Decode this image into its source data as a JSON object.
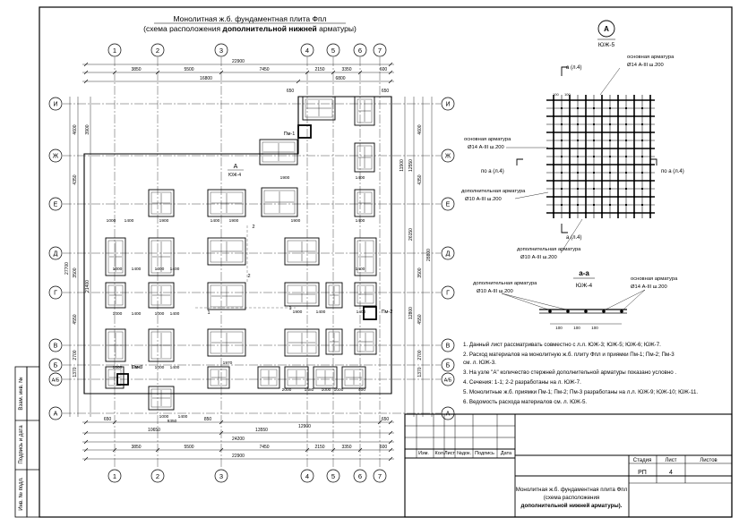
{
  "title": {
    "line1": "Монолитная ж.б. фундаментная плита Фпл",
    "line2_a": "(схема расположения ",
    "line2_b": "дополнительной нижней",
    "line2_c": " арматуры)"
  },
  "grid": {
    "columns": [
      "1",
      "2",
      "3",
      "4",
      "5",
      "6",
      "7"
    ],
    "rows": [
      "И",
      "Ж",
      "Е",
      "Д",
      "Г",
      "В",
      "Б",
      "А/Б",
      "А"
    ]
  },
  "dims_top": {
    "overall": "22900",
    "segments": [
      "3850",
      "5500",
      "7450",
      "2150",
      "3350",
      "600"
    ],
    "second": [
      "16800",
      "6800"
    ],
    "small": [
      "650",
      "650"
    ]
  },
  "dims_bottom": {
    "row1": [
      "650",
      "850",
      "650"
    ],
    "row2": [
      "10650",
      "13550",
      "12900"
    ],
    "overall2": "24200",
    "segments": [
      "3850",
      "5500",
      "7450",
      "2150",
      "3350",
      "600"
    ],
    "overall": "22900"
  },
  "dims_left": [
    "4600",
    "3900",
    "4350",
    "3500",
    "4550",
    "2700",
    "1370",
    "27700",
    "21400"
  ],
  "dims_right": [
    "4600",
    "11900",
    "12550",
    "4350",
    "26150",
    "3500",
    "28800",
    "12800",
    "4550",
    "2700",
    "1370"
  ],
  "plan_labels": {
    "pm1": "Пм-1",
    "pm2": "Пм-2",
    "pm3": "Пм-3",
    "node_a": "А",
    "node_a_ref": "ЮЖ-4",
    "section_1": "1",
    "section_2": "2"
  },
  "cell_dims": [
    "1000",
    "1400",
    "1900",
    "1100",
    "1200",
    "2000",
    "1480",
    "800",
    "600",
    "650",
    "400",
    "1970",
    "9350",
    "1300"
  ],
  "detail_a": {
    "circle": "А",
    "ref": "ЮЖ-5",
    "main_rebar_label": "основная арматура",
    "main_rebar_spec": "Ø14 А-III ш.200",
    "section_mark": "а (л.4)",
    "side_left_label": "основная арматура",
    "side_left_spec": "Ø14 А-III ш.200",
    "po_a_left": "по а (л.4)",
    "po_a_right": "по а (л.4)",
    "add_rebar_label": "дополнительная арматура",
    "add_rebar_spec": "Ø10 А-III ш.200",
    "bottom_mark": "а (л.4)",
    "bottom_add_label": "дополнительная арматура",
    "bottom_add_spec": "Ø10 А-III ш.200",
    "spacing": [
      "100",
      "100"
    ]
  },
  "section_aa": {
    "title": "а-а",
    "ref": "ЮЖ-4",
    "left_label": "дополнительная арматура",
    "left_spec": "Ø10 А-III ш.200",
    "right_label": "основная арматура",
    "right_spec": "Ø14 А-III ш.200",
    "spacing": [
      "100",
      "100",
      "100"
    ]
  },
  "notes": [
    "1. Данный лист рассматривать совместно с л.л. ЮЖ-3; ЮЖ-5; ЮЖ-6; ЮЖ-7.",
    "2. Расход материалов на монолитную ж.б. плиту Фпл и приямки Пм-1; Пм-2; Пм-3",
    "    см. л. ЮЖ-3.",
    "3. На узле \"А\" количество стержней дополнительной арматуры показано условно .",
    "4. Сечения: 1-1; 2-2 разработаны на л. ЮЖ-7.",
    "5. Монолитные ж.б. приямки Пм-1; Пм-2; Пм-3 разработаны на л.л. ЮЖ-9; ЮЖ-10; ЮЖ-11.",
    "6. Ведомость расхода материалов см. л. ЮЖ-5."
  ],
  "stamp": {
    "cols": [
      "Изм.",
      "Кол.",
      "Лист",
      "№док.",
      "Подпись",
      "Дата"
    ],
    "stage_header": "Стадия",
    "sheet_header": "Лист",
    "sheets_header": "Листов",
    "stage": "РП",
    "sheet": "4",
    "sheets": "",
    "desc_line1": "Монолитная ж.б. фундаментная плита Фпл",
    "desc_line2": "(схема расположения",
    "desc_line3": "дополнительной нижней арматуры)."
  },
  "side_strip": [
    "Взам. инв. №",
    "Подпись и дата",
    "Инв. № подл."
  ]
}
